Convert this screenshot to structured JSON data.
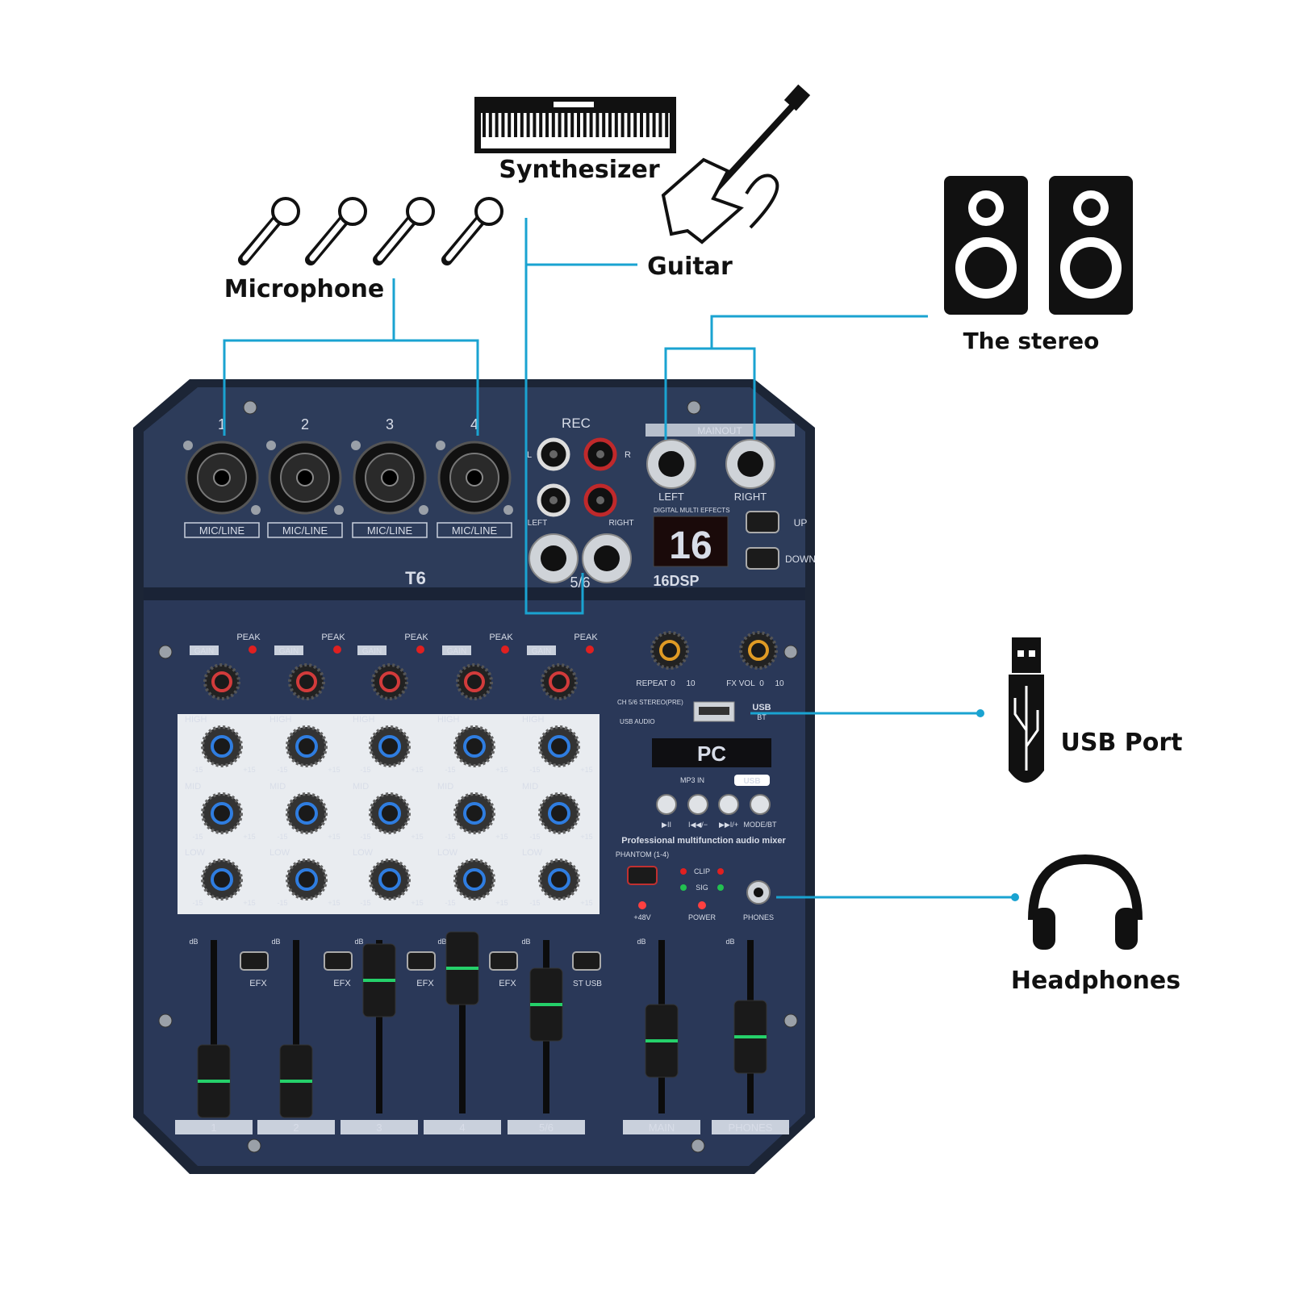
{
  "labels": {
    "synthesizer": "Synthesizer",
    "guitar": "Guitar",
    "microphone": "Microphone",
    "stereo": "The stereo",
    "usb_port": "USB Port",
    "headphones": "Headphones"
  },
  "mixer": {
    "model": "T6",
    "mic_channels": [
      "1",
      "2",
      "3",
      "4"
    ],
    "mic_line_label": "MIC/LINE",
    "rec": {
      "title": "REC",
      "l": "L",
      "r": "R",
      "left": "LEFT",
      "right": "RIGHT"
    },
    "ch56_label": "5/6",
    "main_out": {
      "title": "MAINOUT",
      "left": "LEFT",
      "right": "RIGHT"
    },
    "dsp": {
      "heading": "DIGITAL MULTI EFFECTS",
      "display": "16",
      "badge": "16DSP",
      "up": "UP",
      "down": "DOWN"
    },
    "channel_strip": {
      "gain": "GAIN",
      "peak": "PEAK",
      "high": "HIGH",
      "mid": "MID",
      "low": "LOW",
      "minus": "-15",
      "plus": "+15"
    },
    "fx_knobs": {
      "repeat": "REPEAT",
      "fx_vol": "FX VOL",
      "min": "0",
      "max": "10"
    },
    "usb": {
      "label": "USB",
      "bt": "BT",
      "ch56_select": "CH 5/6 STEREO(PRE)",
      "usb_audio": "USB AUDIO"
    },
    "player": {
      "display": "PC",
      "mp3_in": "MP3 IN",
      "usb": "USB",
      "buttons": [
        "▶II",
        "I◀◀/−",
        "▶▶I/+",
        "MODE/BT"
      ]
    },
    "tagline": "Professional multifunction audio mixer",
    "phantom": {
      "label": "PHANTOM (1-4)",
      "v48": "+48V"
    },
    "leds": {
      "clip": "CLIP",
      "sig": "SIG",
      "power": "POWER"
    },
    "phones": "PHONES",
    "efx": "EFX",
    "st_usb": "ST USB",
    "db": "dB",
    "fader_labels": [
      "1",
      "2",
      "3",
      "4",
      "5/6",
      "MAIN",
      "PHONES"
    ]
  }
}
